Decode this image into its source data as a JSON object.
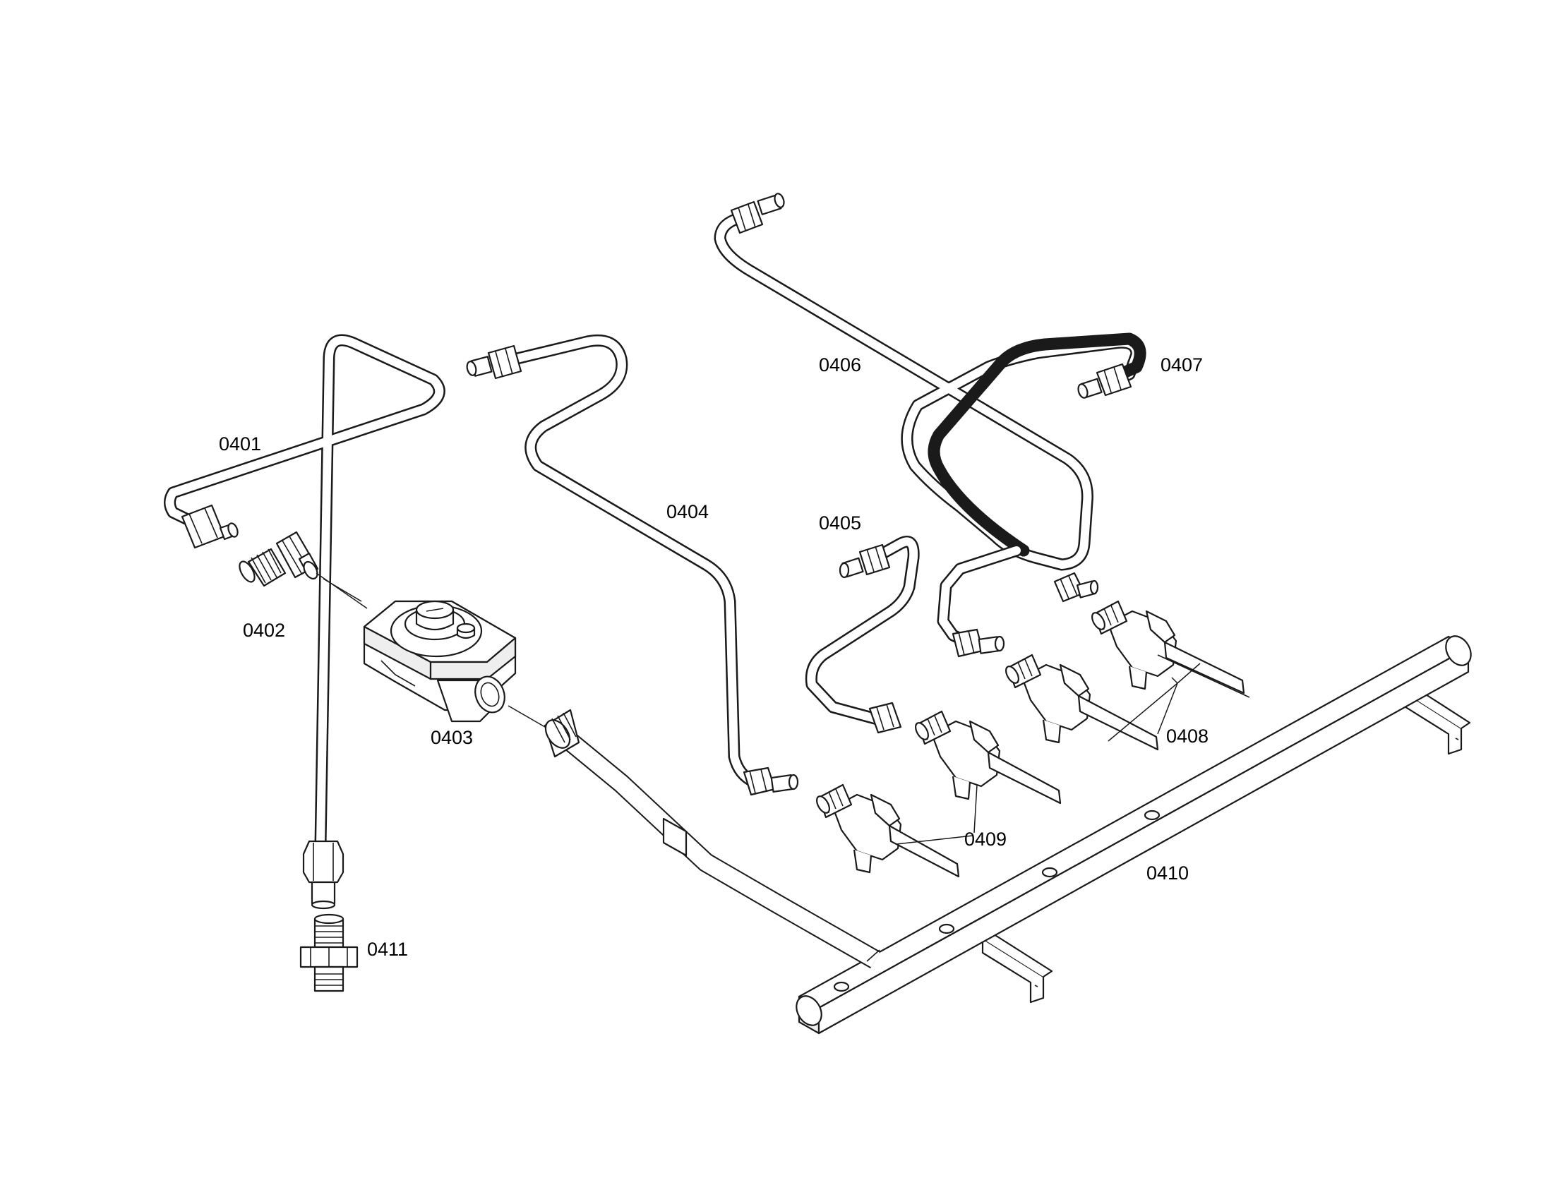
{
  "diagram": {
    "parts": [
      {
        "id": "0401",
        "label": "0401"
      },
      {
        "id": "0402",
        "label": "0402"
      },
      {
        "id": "0403",
        "label": "0403"
      },
      {
        "id": "0404",
        "label": "0404"
      },
      {
        "id": "0405",
        "label": "0405"
      },
      {
        "id": "0406",
        "label": "0406"
      },
      {
        "id": "0407",
        "label": "0407"
      },
      {
        "id": "0408",
        "label": "0408"
      },
      {
        "id": "0409",
        "label": "0409"
      },
      {
        "id": "0410",
        "label": "0410"
      },
      {
        "id": "0411",
        "label": "0411"
      }
    ],
    "colors": {
      "line": "#1a1a1a",
      "background": "#ffffff"
    }
  }
}
